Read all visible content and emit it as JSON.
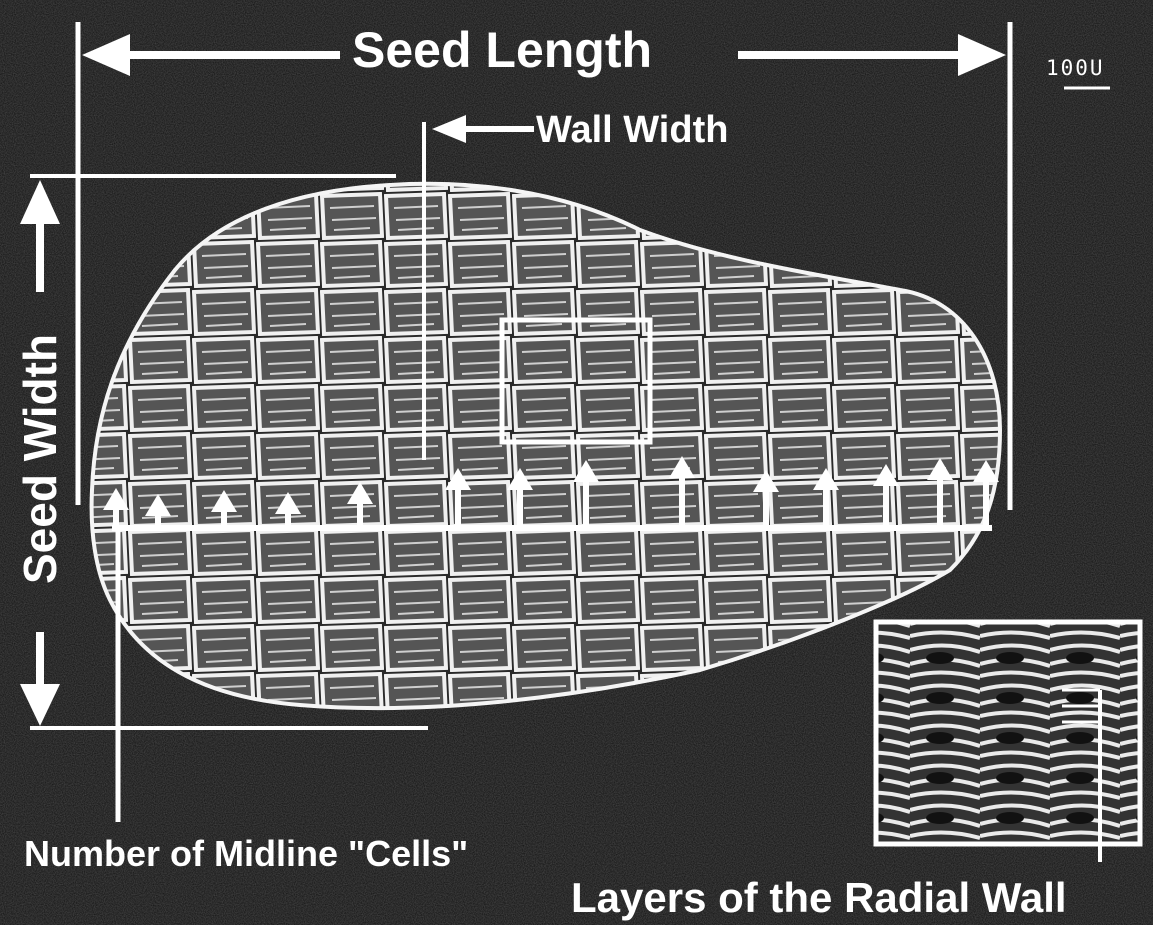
{
  "labels": {
    "seed_length": "Seed Length",
    "wall_width": "Wall Width",
    "scale": "100U",
    "seed_width": "Seed Width",
    "midline_cells": "Number of Midline \"Cells\"",
    "radial_wall": "Layers of the Radial Wall"
  },
  "colors": {
    "background": "#0e0e0e",
    "annotation": "#ffffff",
    "seed_fill": "#8a8a8a",
    "seed_mesh": "#f2f2f2"
  },
  "icons": {
    "arrow": "arrow-icon"
  }
}
